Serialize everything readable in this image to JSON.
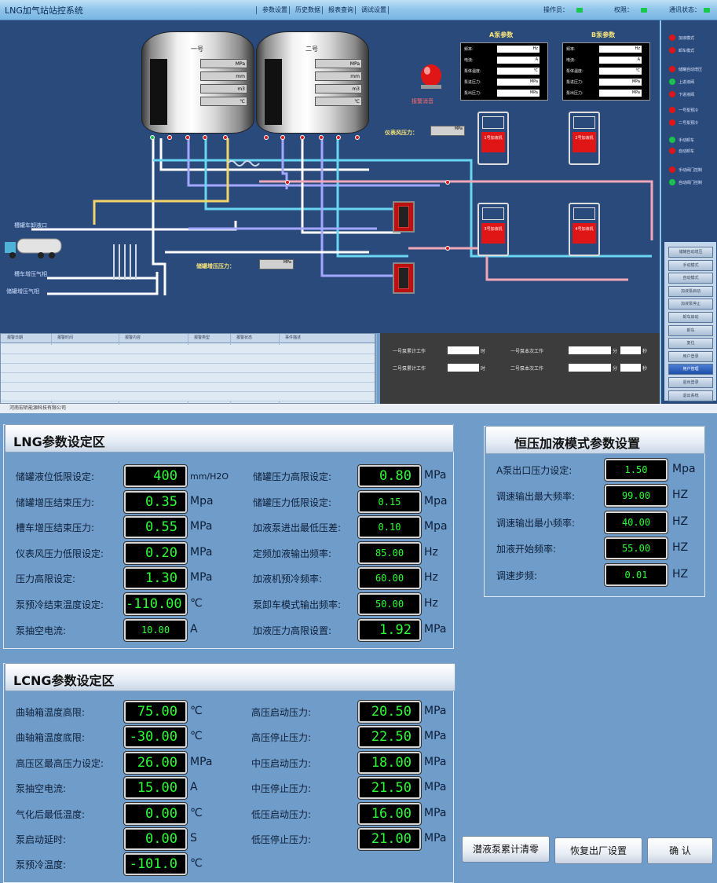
{
  "window": {
    "title": "LNG加气站站控系统",
    "menu": [
      "参数设置",
      "历史数据",
      "报表查询",
      "调试设置"
    ],
    "status": [
      {
        "label": "操作员：",
        "led": "#16c84c"
      },
      {
        "label": "权限：",
        "led": "#16c84c"
      },
      {
        "label": "通讯状态：",
        "led": "#16c84c"
      }
    ]
  },
  "scada": {
    "tanks": [
      {
        "name": "一号",
        "fields": [
          "MPa",
          "mm",
          "m3",
          "℃"
        ]
      },
      {
        "name": "二号",
        "fields": [
          "MPa",
          "mm",
          "m3",
          "℃"
        ]
      }
    ],
    "alarm_label": "报警消音",
    "pump_params": [
      {
        "title": "A泵参数",
        "rows": [
          {
            "label": "频率:",
            "unit": "Hz"
          },
          {
            "label": "电流:",
            "unit": "A"
          },
          {
            "label": "泵体温度:",
            "unit": "℃"
          },
          {
            "label": "泵进压力:",
            "unit": "MPa"
          },
          {
            "label": "泵出压力:",
            "unit": "MPa"
          }
        ]
      },
      {
        "title": "B泵参数",
        "rows": [
          {
            "label": "频率:",
            "unit": "Hz"
          },
          {
            "label": "电流:",
            "unit": "A"
          },
          {
            "label": "泵体温度:",
            "unit": "℃"
          },
          {
            "label": "泵进压力:",
            "unit": "MPa"
          },
          {
            "label": "泵出压力:",
            "unit": "MPa"
          }
        ]
      }
    ],
    "instrument_air": {
      "label": "仪表风压力：",
      "unit": "MPa"
    },
    "tank_pressure": {
      "label": "储罐增压压力：",
      "unit": "MPa"
    },
    "dispensers": [
      "1号加液机",
      "2号加液机",
      "3号加液机",
      "4号加液机"
    ],
    "side_labels": [
      "槽罐车卸液口",
      "槽车增压气相",
      "储罐增压气相"
    ]
  },
  "right_panel": {
    "indicators": [
      {
        "label": "加液模式",
        "color": "#e01616"
      },
      {
        "label": "卸车模式",
        "color": "#e01616"
      },
      {
        "label": "储罐自动增压",
        "color": "#e01616"
      },
      {
        "label": "上进液阀",
        "color": "#19c24b"
      },
      {
        "label": "下进液阀",
        "color": "#e01616"
      },
      {
        "label": "一号泵预冷",
        "color": "#e01616"
      },
      {
        "label": "二号泵预冷",
        "color": "#e01616"
      },
      {
        "label": "手动卸车",
        "color": "#19c24b"
      },
      {
        "label": "自动卸车",
        "color": "#e01616"
      },
      {
        "label": "手动阀门控制",
        "color": "#e01616"
      },
      {
        "label": "自动阀门控制",
        "color": "#19c24b"
      }
    ],
    "buttons": [
      "储罐自动增压",
      "手动模式",
      "自动模式",
      "加液泵启动",
      "加液泵停止",
      "卸车启动",
      "卸车",
      "复位",
      "用户登录",
      "用户管理",
      "退出登录",
      "退出系统"
    ],
    "selected_button": "用户管理"
  },
  "log_table": {
    "headers": [
      "报警日期",
      "报警时间",
      "报警内容",
      "报警类型",
      "报警状态",
      "事件描述"
    ]
  },
  "counters": [
    {
      "label": "一号泵累计工作",
      "unit": "时"
    },
    {
      "label": "一号泵本次工作",
      "unit": "分",
      "unit2": "秒"
    },
    {
      "label": "二号泵累计工作",
      "unit": "时"
    },
    {
      "label": "二号泵本次工作",
      "unit": "分",
      "unit2": "秒"
    }
  ],
  "company": "河南宏昕能源科技有限公司",
  "lng_panel": {
    "title": "LNG参数设定区",
    "left": [
      {
        "label": "储罐液位低限设定:",
        "value": "400",
        "unit": "mm/H2O",
        "big": true
      },
      {
        "label": "储罐增压结束压力:",
        "value": "0.35",
        "unit": "Mpa",
        "big": true
      },
      {
        "label": "槽车增压结束压力:",
        "value": "0.55",
        "unit": "MPa",
        "big": true
      },
      {
        "label": "仪表风压力低限设定:",
        "value": "0.20",
        "unit": "MPa",
        "big": true
      },
      {
        "label": "压力高限设定:",
        "value": "1.30",
        "unit": "MPa",
        "big": true
      },
      {
        "label": "泵预冷结束温度设定:",
        "value": "-110.00",
        "unit": "℃",
        "big": true
      },
      {
        "label": "泵抽空电流:",
        "value": "10.00",
        "unit": "A",
        "big": false
      }
    ],
    "right": [
      {
        "label": "储罐压力高限设定:",
        "value": "0.80",
        "unit": "MPa",
        "big": true
      },
      {
        "label": "储罐压力低限设定:",
        "value": "0.15",
        "unit": "Mpa",
        "big": false
      },
      {
        "label": "加液泵进出最低压差:",
        "value": "0.10",
        "unit": "Mpa",
        "big": false
      },
      {
        "label": "定频加液输出频率:",
        "value": "85.00",
        "unit": "Hz",
        "big": false
      },
      {
        "label": "加液机预冷频率:",
        "value": "60.00",
        "unit": "Hz",
        "big": false
      },
      {
        "label": "泵卸车模式输出频率:",
        "value": "50.00",
        "unit": "Hz",
        "big": false
      },
      {
        "label": "加液压力高限设置:",
        "value": "1.92",
        "unit": "MPa",
        "big": true
      }
    ]
  },
  "lcng_panel": {
    "title": "LCNG参数设定区",
    "left": [
      {
        "label": "曲轴箱温度高限:",
        "value": "75.00",
        "unit": "℃",
        "big": true
      },
      {
        "label": "曲轴箱温度底限:",
        "value": "-30.00",
        "unit": "℃",
        "big": true
      },
      {
        "label": "高压区最高压力设定:",
        "value": "26.00",
        "unit": "MPa",
        "big": true
      },
      {
        "label": "泵抽空电流:",
        "value": "15.00",
        "unit": "A",
        "big": true
      },
      {
        "label": "气化后最低温度:",
        "value": "0.00",
        "unit": "℃",
        "big": true
      },
      {
        "label": "泵启动延时:",
        "value": "0.00",
        "unit": "S",
        "big": true
      },
      {
        "label": "泵预冷温度:",
        "value": "-101.0",
        "unit": "℃",
        "big": true
      }
    ],
    "right": [
      {
        "label": "高压启动压力:",
        "value": "20.50",
        "unit": "MPa",
        "big": true
      },
      {
        "label": "高压停止压力:",
        "value": "22.50",
        "unit": "MPa",
        "big": true
      },
      {
        "label": "中压启动压力:",
        "value": "18.00",
        "unit": "MPa",
        "big": true
      },
      {
        "label": "中压停止压力:",
        "value": "21.50",
        "unit": "MPa",
        "big": true
      },
      {
        "label": "低压启动压力:",
        "value": "16.00",
        "unit": "MPa",
        "big": true
      },
      {
        "label": "低压停止压力:",
        "value": "21.00",
        "unit": "MPa",
        "big": true
      }
    ]
  },
  "constant_panel": {
    "title": "恒压加液模式参数设置",
    "rows": [
      {
        "label": "A泵出口压力设定:",
        "value": "1.50",
        "unit": "Mpa"
      },
      {
        "label": "调速输出最大频率:",
        "value": "99.00",
        "unit": "HZ"
      },
      {
        "label": "调速输出最小频率:",
        "value": "40.00",
        "unit": "HZ"
      },
      {
        "label": "加液开始频率:",
        "value": "55.00",
        "unit": "HZ"
      },
      {
        "label": "调速步频:",
        "value": "0.01",
        "unit": "HZ"
      }
    ]
  },
  "actions": {
    "clear": "潜液泵累计清零",
    "restore": "恢复出厂设置",
    "confirm": "确 认"
  },
  "colors": {
    "lcd_green": "#29ff34",
    "scada_bg": "#2b4a7c",
    "panel_bg": "#6f9cc8"
  }
}
